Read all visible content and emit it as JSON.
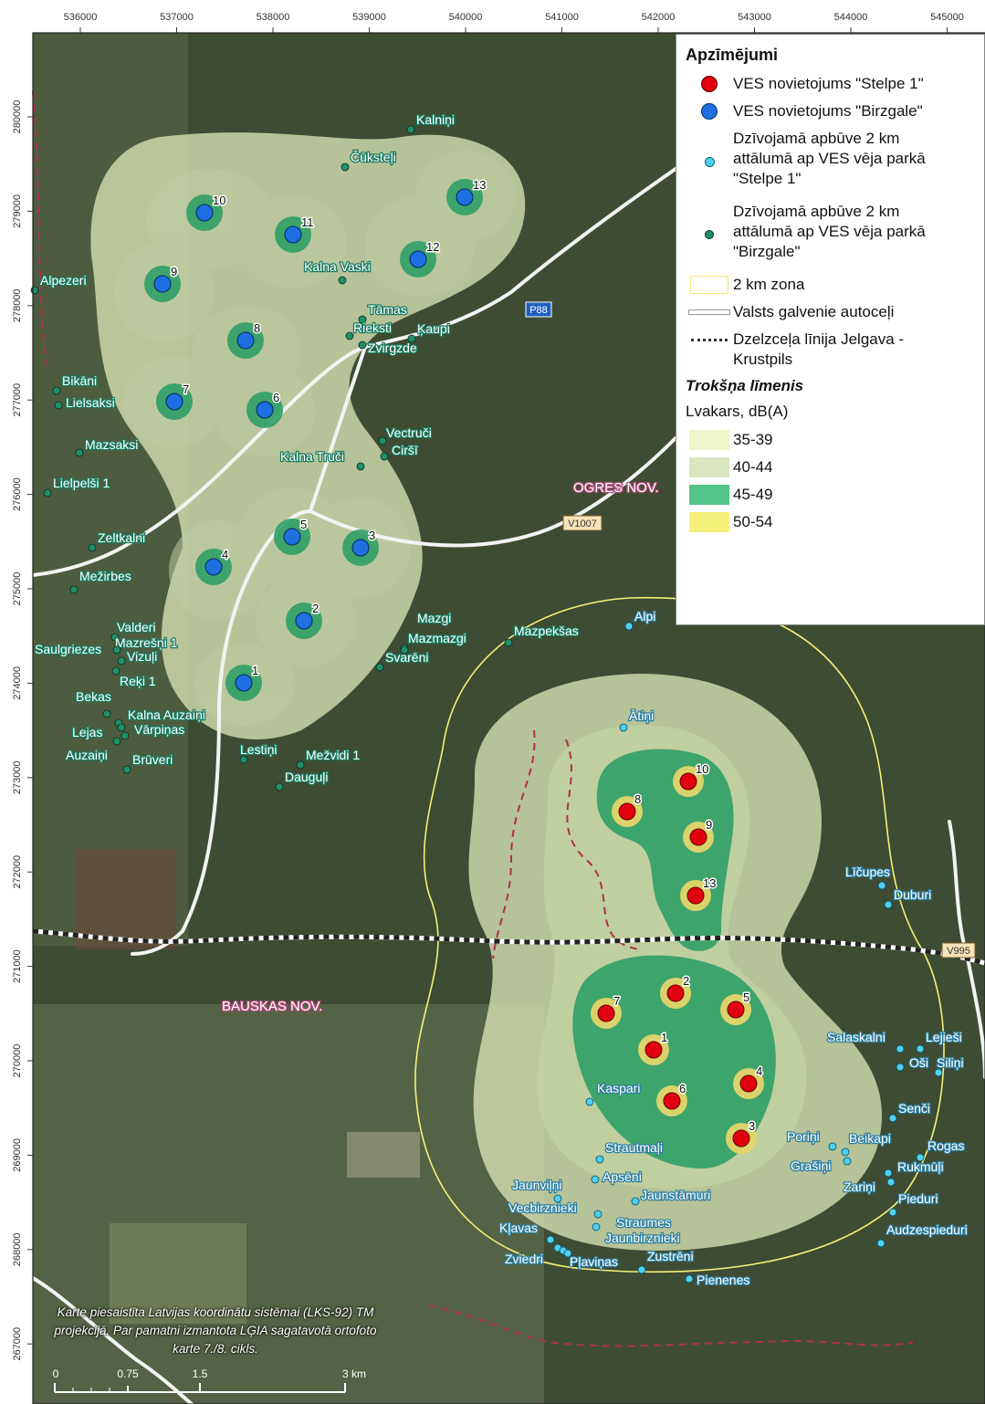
{
  "x_ticks": [
    "536000",
    "537000",
    "538000",
    "539000",
    "540000",
    "541000",
    "542000",
    "543000",
    "544000",
    "545000"
  ],
  "y_ticks": [
    "280000",
    "279000",
    "278000",
    "277000",
    "276000",
    "275000",
    "274000",
    "273000",
    "272000",
    "271000",
    "270000",
    "269000",
    "268000",
    "267000"
  ],
  "legend": {
    "title": "Apzīmējumi",
    "items": [
      {
        "label": "VES novietojums \"Stelpe 1\"",
        "color": "#e0000f"
      },
      {
        "label": "VES novietojums \"Birzgale\"",
        "color": "#1f6fe0"
      },
      {
        "label": "Dzīvojamā apbūve 2 km attālumā ap VES vēja parkā \"Stelpe 1\"",
        "color": "#4fd0f0"
      },
      {
        "label": "Dzīvojamā apbūve 2 km attālumā ap VES vēja parkā \"Birzgale\"",
        "color": "#1f8f6a"
      },
      {
        "label": "2 km zona"
      },
      {
        "label": "Valsts galvenie autoceļi"
      },
      {
        "label": "Dzelzceļa līnija Jelgava - Krustpils"
      }
    ],
    "noise_title": "Trokšņa līmenis",
    "noise_unit": "Lvakars, dB(A)",
    "noise_classes": [
      {
        "label": "35-39",
        "color": "#eef5c8"
      },
      {
        "label": "40-44",
        "color": "#d9e6c0"
      },
      {
        "label": "45-49",
        "color": "#52c48a"
      },
      {
        "label": "50-54",
        "color": "#f5f07a"
      }
    ]
  },
  "regions": [
    "OGRES NOV.",
    "BAUSKAS NOV."
  ],
  "roads": [
    "P88",
    "V1007",
    "V995"
  ],
  "turbines_birzgale": [
    "1",
    "2",
    "3",
    "4",
    "5",
    "6",
    "7",
    "8",
    "9",
    "10",
    "11",
    "12",
    "13"
  ],
  "turbines_stelpe": [
    "1",
    "2",
    "3",
    "4",
    "5",
    "6",
    "7",
    "8",
    "9",
    "10",
    "13"
  ],
  "places_birzgale": [
    "Kalniņi",
    "Čūksteļi",
    "Kalna Vaski",
    "Tāmas",
    "Rieksti",
    "Ķaupi",
    "Zvirgzde",
    "Alpezeri",
    "Bikāni",
    "Lielsaksi",
    "Mazsaksi",
    "Vectruči",
    "Ciršī",
    "Kalna Truči",
    "Lielpelši 1",
    "Zeltkalni",
    "Mežirbes",
    "Valderi",
    "Mazrešņi 1",
    "Saulgriezes",
    "Vizuļi",
    "Reķi 1",
    "Mazgi",
    "Mazmazgi",
    "Svarēni",
    "Mazpekšas",
    "Bekas",
    "Kalna Auzaiņi",
    "Lejas",
    "Vārpiņas",
    "Auzaiņi",
    "Brūveri",
    "Lestiņi",
    "Mežvidi 1",
    "Dauguļi"
  ],
  "places_stelpe": [
    "Alpi",
    "Ātiņi",
    "Līčupes",
    "Duburi",
    "Salaskalni",
    "Lejieši",
    "Oši",
    "Siliņi",
    "Kaspari",
    "Senči",
    "Poriņi",
    "Beikapi",
    "Rogas",
    "Grašiņi",
    "Rukmūļi",
    "Zariņi",
    "Strautmaļi",
    "Apsēni",
    "Jaunviļņi",
    "Jaunstāmuri",
    "Pieduri",
    "Vecbirznieki",
    "Straumes",
    "Audzespieduri",
    "Kļavas",
    "Jaunbirznieki",
    "Zviedri",
    "Pļaviņas",
    "Zustrēni",
    "Pienenes"
  ],
  "note": "Karte piesaistīta Latvijas koordinātu sistēmai (LKS-92) TM projekcijā. Par pamatni izmantota LĢIA sagatavotā ortofoto karte 7./8. cikls.",
  "scale_labels": [
    "0",
    "0.75",
    "1.5",
    "3 km"
  ]
}
